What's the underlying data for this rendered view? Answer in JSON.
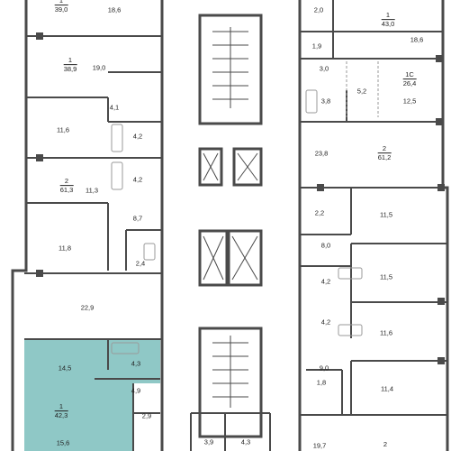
{
  "colors": {
    "wall": "#4a4a4a",
    "highlight": "#8fc8c6",
    "thin": "#9a9a9a"
  },
  "units": [
    {
      "id": "u-1-39",
      "num": "1",
      "area": "39,0"
    },
    {
      "id": "u-1-38",
      "num": "1",
      "area": "38,9"
    },
    {
      "id": "u-2-61-3",
      "num": "2",
      "area": "61,3"
    },
    {
      "id": "u-1-42",
      "num": "1",
      "area": "42,3"
    },
    {
      "id": "u-1-43",
      "num": "1",
      "area": "43,0"
    },
    {
      "id": "u-1c-26",
      "num": "1С",
      "area": "26,4"
    },
    {
      "id": "u-2-61-2",
      "num": "2",
      "area": "61,2"
    },
    {
      "id": "u-2-bottom",
      "num": "2",
      "area": ""
    }
  ],
  "rooms": [
    "18,6",
    "19,0",
    "4,1",
    "11,6",
    "4,2",
    "4,2",
    "11,3",
    "8,7",
    "11,8",
    "2,4",
    "22,9",
    "14,5",
    "4,3",
    "4,9",
    "15,6",
    "2,9",
    "3,9",
    "4,3",
    "2,0",
    "18,6",
    "1,9",
    "3,0",
    "5,2",
    "3,8",
    "12,5",
    "23,8",
    "2,2",
    "11,5",
    "8,0",
    "11,5",
    "4,2",
    "4,2",
    "11,6",
    "9,0",
    "11,4",
    "1,8",
    "19,7"
  ]
}
